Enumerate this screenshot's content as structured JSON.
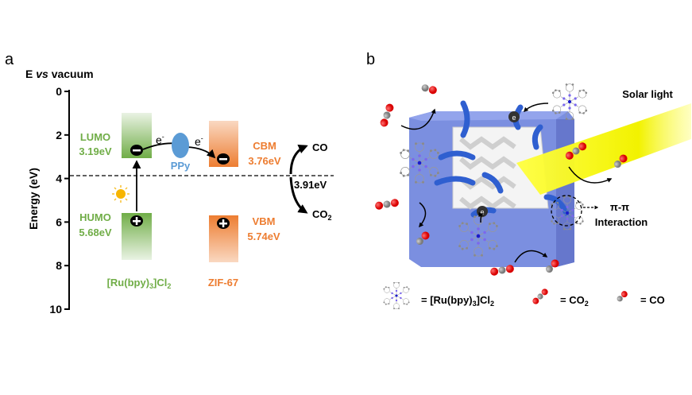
{
  "panel_a": {
    "label": "a",
    "title_prefix": "E ",
    "title_italic": "vs",
    "title_suffix": " vacuum",
    "ylabel": "Energy (eV)",
    "yticks": [
      "0",
      "2",
      "4",
      "6",
      "8",
      "10"
    ],
    "lumo_label": "LUMO",
    "lumo_value": "3.19eV",
    "humo_label": "HUMO",
    "humo_value": "5.68eV",
    "cbm_label": "CBM",
    "cbm_value": "3.76eV",
    "vbm_label": "VBM",
    "vbm_value": "5.74eV",
    "ppy_label": "PPy",
    "electron_label": "e",
    "electron_sup": "-",
    "ru_label_main": "[Ru(bpy)",
    "ru_sub1": "3",
    "ru_label_mid": "]Cl",
    "ru_sub2": "2",
    "zif_label": "ZIF-67",
    "redox_value": "3.91eV",
    "product_label": "CO",
    "reactant_label": "CO",
    "reactant_sub": "2",
    "colors": {
      "green": "#70ad47",
      "orange": "#ed7d31",
      "blue": "#5b9bd5"
    }
  },
  "panel_b": {
    "label": "b",
    "solar_label": "Solar light",
    "pi_label": "π-π",
    "interaction_label": "Interaction",
    "electron_label": "e",
    "legend": {
      "ru_main": "= [Ru(bpy)",
      "ru_sub1": "3",
      "ru_mid": "]Cl",
      "ru_sub2": "2",
      "co2_main": "= CO",
      "co2_sub": "2",
      "co_main": "= CO"
    }
  }
}
